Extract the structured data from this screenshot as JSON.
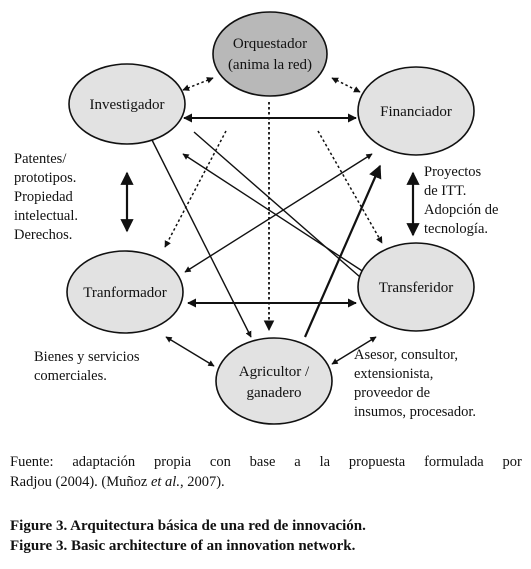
{
  "nodes": {
    "orquestador": [
      "Orquestador",
      "(anima la red)"
    ],
    "investigador": [
      "Investigador"
    ],
    "financiador": [
      "Financiador"
    ],
    "tranformador": [
      "Tranformador"
    ],
    "transferidor": [
      "Transferidor"
    ],
    "agricultor": [
      "Agricultor /",
      "ganadero"
    ]
  },
  "notes": {
    "patentes": [
      "Patentes/",
      "prototipos.",
      "Propiedad",
      "intelectual.",
      "Derechos."
    ],
    "proyectos": [
      "Proyectos",
      "de ITT.",
      "Adopción de",
      "tecnología."
    ],
    "bienes": [
      "Bienes y servicios",
      "comerciales."
    ],
    "asesor": [
      "Asesor, consultor,",
      "extensionista,",
      "proveedor de",
      "insumos, procesador."
    ]
  },
  "source": {
    "line1": [
      "Fuente:",
      "adaptación",
      "propia",
      "con",
      "base",
      "a",
      "la",
      "propuesta",
      "formulada",
      "por"
    ],
    "line2_prefix": "Radjou (2004). (Muñoz ",
    "line2_italic": "et al.",
    "line2_suffix": ", 2007)."
  },
  "captions": {
    "spanish": "Figure 3. Arquitectura básica de una red de innovación.",
    "english": "Figure 3. Basic architecture of an innovation network."
  }
}
